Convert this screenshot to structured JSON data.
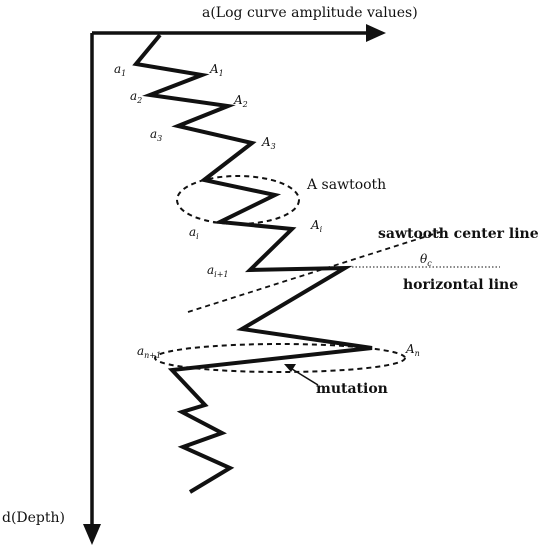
{
  "axes": {
    "x_label": "a(Log curve amplitude values)",
    "y_label": "d(Depth)"
  },
  "labels": {
    "sawtooth": "A  sawtooth",
    "center_line": "sawtooth center line",
    "angle": {
      "base": "θ",
      "sub": "c"
    },
    "horizontal_line": "horizontal line",
    "mutation": "mutation"
  },
  "points": [
    {
      "base": "a",
      "sub": "1"
    },
    {
      "base": "A",
      "sub": "1"
    },
    {
      "base": "a",
      "sub": "2"
    },
    {
      "base": "A",
      "sub": "2"
    },
    {
      "base": "a",
      "sub": "3"
    },
    {
      "base": "A",
      "sub": "3"
    },
    {
      "base": "a",
      "sub": "i"
    },
    {
      "base": "A",
      "sub": "i"
    },
    {
      "base": "a",
      "sub": "i+1"
    },
    {
      "base": "a",
      "sub": "n+1"
    },
    {
      "base": "A",
      "sub": "n"
    }
  ],
  "colors": {
    "ink": "#111111",
    "background": "#ffffff"
  }
}
